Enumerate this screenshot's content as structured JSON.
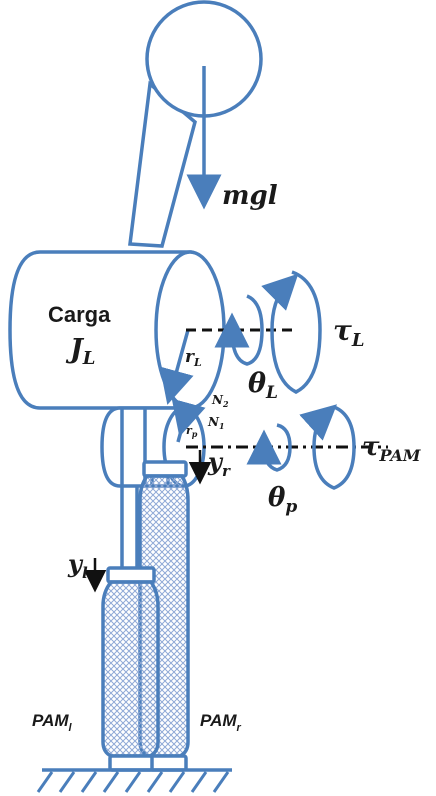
{
  "colors": {
    "stroke": "#4a7ebb",
    "hatch": "#8fa9d6",
    "text": "#1a1a1a"
  },
  "labels": {
    "gravity_torque": "mgl",
    "load_title": "Carga",
    "load_inertia_main": "J",
    "load_inertia_sub": "L",
    "tau_load_main": "τ",
    "tau_load_sub": "L",
    "theta_load_main": "θ",
    "theta_load_sub": "L",
    "r_load_main": "r",
    "r_load_sub": "L",
    "n2_main": "N",
    "n2_sub": "2",
    "n1_main": "N",
    "n1_sub": "1",
    "r_pulley_main": "r",
    "r_pulley_sub": "p",
    "tau_pam_main": "τ",
    "tau_pam_sub": "PAM",
    "theta_pulley_main": "θ",
    "theta_pulley_sub": "p",
    "y_right_main": "y",
    "y_right_sub": "r",
    "y_left_main": "y",
    "y_left_sub": "l",
    "pam_left_main": "PAM",
    "pam_left_sub": "l",
    "pam_right_main": "PAM",
    "pam_right_sub": "r"
  }
}
